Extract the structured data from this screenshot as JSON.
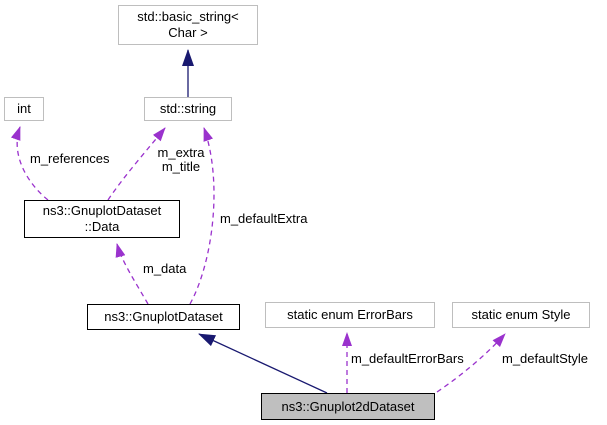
{
  "diagram": {
    "type": "collaboration-graph",
    "nodes": {
      "basic_string": {
        "line1": "std::basic_string<",
        "line2": "Char >"
      },
      "std_string": {
        "label": "std::string"
      },
      "int": {
        "label": "int"
      },
      "dataset_data": {
        "line1": "ns3::GnuplotDataset",
        "line2": "::Data"
      },
      "gnuplot_dataset": {
        "label": "ns3::GnuplotDataset"
      },
      "error_bars": {
        "label": "static enum ErrorBars"
      },
      "style": {
        "label": "static enum Style"
      },
      "gnuplot2d_dataset": {
        "label": "ns3::Gnuplot2dDataset"
      }
    },
    "edge_labels": {
      "m_references": "m_references",
      "m_extra": "m_extra",
      "m_title": "m_title",
      "m_default_extra": "m_defaultExtra",
      "m_data": "m_data",
      "m_default_error_bars": "m_defaultErrorBars",
      "m_default_style": "m_defaultStyle"
    },
    "colors": {
      "usage_edge": "#9a32cd",
      "inheritance_edge": "#191970",
      "plain_border": "#bebebe",
      "linked_border": "#000000",
      "main_fill": "#bfbfbf"
    }
  }
}
